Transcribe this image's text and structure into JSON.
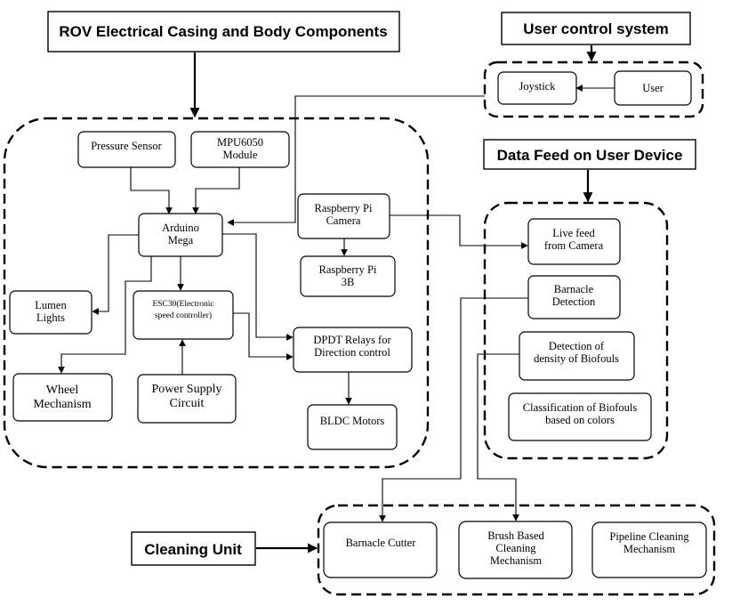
{
  "headings": {
    "rov": "ROV Electrical Casing and Body Components",
    "user_control": "User control system",
    "data_feed": "Data Feed on User Device",
    "cleaning": "Cleaning Unit"
  },
  "nodes": {
    "joystick": [
      "Joystick"
    ],
    "user": [
      "User"
    ],
    "pressure_sensor": [
      "Pressure Sensor"
    ],
    "mpu6050": [
      "MPU6050",
      "Module"
    ],
    "arduino": [
      "Arduino",
      "Mega"
    ],
    "rpi_camera": [
      "Raspberry Pi",
      "Camera"
    ],
    "rpi_3b": [
      "Raspberry Pi",
      "3B"
    ],
    "lumen_lights": [
      "Lumen",
      "Lights"
    ],
    "esc30": [
      "ESC30(Electronic",
      "speed controller)"
    ],
    "dpdt": [
      "DPDT Relays for",
      "Direction control"
    ],
    "wheel": [
      "Wheel",
      "Mechanism"
    ],
    "power_supply": [
      "Power Supply",
      "Circuit"
    ],
    "bldc": [
      "BLDC Motors"
    ],
    "live_feed": [
      "Live feed",
      "from Camera"
    ],
    "barnacle_detection": [
      "Barnacle",
      "Detection"
    ],
    "biofoul_density": [
      "Detection of",
      "density of Biofouls"
    ],
    "biofoul_classification": [
      "Classification of Biofouls",
      "based on colors"
    ],
    "barnacle_cutter": [
      "Barnacle Cutter"
    ],
    "brush_cleaning": [
      "Brush Based",
      "Cleaning",
      "Mechanism"
    ],
    "pipeline_cleaning": [
      "Pipeline Cleaning",
      "Mechanism"
    ]
  },
  "connections": [
    [
      "rov_heading",
      "rov_group"
    ],
    [
      "user_control_heading",
      "user_control_group"
    ],
    [
      "data_feed_heading",
      "data_feed_group"
    ],
    [
      "cleaning_heading",
      "cleaning_group"
    ],
    [
      "user",
      "joystick"
    ],
    [
      "joystick",
      "arduino"
    ],
    [
      "pressure_sensor",
      "arduino"
    ],
    [
      "mpu6050",
      "arduino"
    ],
    [
      "arduino",
      "lumen_lights"
    ],
    [
      "arduino",
      "wheel"
    ],
    [
      "arduino",
      "esc30"
    ],
    [
      "arduino",
      "dpdt"
    ],
    [
      "esc30",
      "dpdt"
    ],
    [
      "power_supply",
      "esc30"
    ],
    [
      "dpdt",
      "bldc"
    ],
    [
      "rpi_camera",
      "rpi_3b"
    ],
    [
      "rpi_camera",
      "live_feed"
    ],
    [
      "barnacle_detection",
      "barnacle_cutter"
    ],
    [
      "biofoul_density",
      "brush_cleaning"
    ]
  ]
}
